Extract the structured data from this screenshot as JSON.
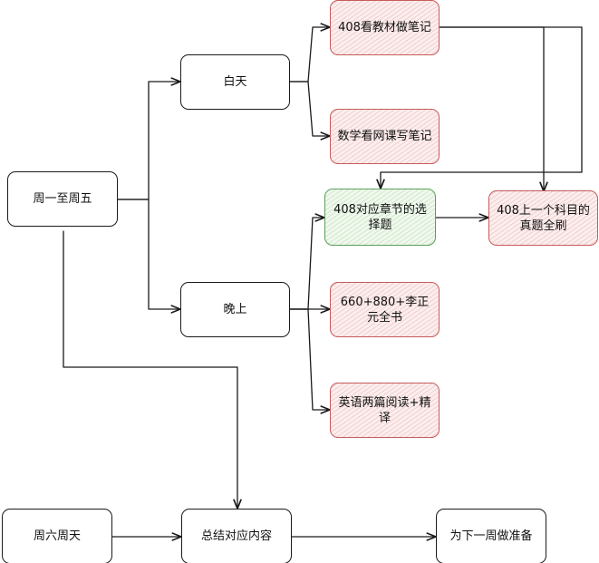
{
  "nodes": {
    "weekdays": "周一至周五",
    "daytime": "白天",
    "evening": "晚上",
    "notes_408": "408看教材做笔记",
    "math_notes": "数学看网课写笔记",
    "choice_408": "408对应章节的选择题",
    "past_exam_408": "408上一个科目的真题全刷",
    "li_books": "660+880+李正元全书",
    "english": "英语两篇阅读+精译",
    "weekend": "周六周天",
    "summary": "总结对应内容",
    "next_week": "为下一周做准备"
  },
  "colors": {
    "stroke": "#1a1a1a",
    "red_border": "#c85b5b",
    "red_fill": "#fbeeee",
    "green_border": "#5aa05a",
    "green_fill": "#f1f8ee"
  }
}
